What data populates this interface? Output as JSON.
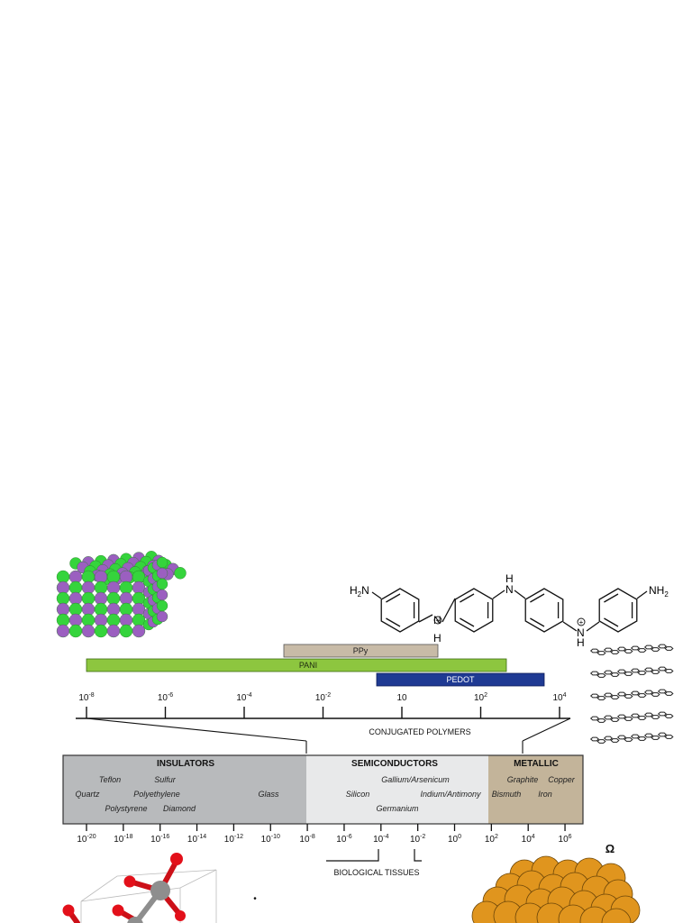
{
  "polymer_bars": {
    "ppy": "PPy",
    "pani": "PANI",
    "pedot": "PEDOT"
  },
  "top_scale": {
    "ticks": [
      {
        "base": "10",
        "exp": "-8"
      },
      {
        "base": "10",
        "exp": "-6"
      },
      {
        "base": "10",
        "exp": "-4"
      },
      {
        "base": "10",
        "exp": "-2"
      },
      {
        "base": "10",
        "exp": ""
      },
      {
        "base": "10",
        "exp": "2"
      },
      {
        "base": "10",
        "exp": "4"
      }
    ],
    "caption": "CONJUGATED POLYMERS"
  },
  "bands": {
    "insulators": {
      "title": "INSULATORS",
      "materials": [
        "Teflon",
        "Sulfur",
        "Quartz",
        "Polyethylene",
        "Glass",
        "Polystyrene",
        "Diamond"
      ]
    },
    "semiconductors": {
      "title": "SEMICONDUCTORS",
      "materials": [
        "Gallium/Arsenicum",
        "Silicon",
        "Indium/Antimony",
        "Germanium"
      ]
    },
    "metallic": {
      "title": "METALLIC",
      "materials": [
        "Graphite",
        "Copper",
        "Bismuth",
        "Iron"
      ]
    }
  },
  "bottom_scale": {
    "ticks": [
      {
        "base": "10",
        "exp": "-20"
      },
      {
        "base": "10",
        "exp": "-18"
      },
      {
        "base": "10",
        "exp": "-16"
      },
      {
        "base": "10",
        "exp": "-14"
      },
      {
        "base": "10",
        "exp": "-12"
      },
      {
        "base": "10",
        "exp": "-10"
      },
      {
        "base": "10",
        "exp": "-8"
      },
      {
        "base": "10",
        "exp": "-6"
      },
      {
        "base": "10",
        "exp": "-4"
      },
      {
        "base": "10",
        "exp": "-2"
      },
      {
        "base": "10",
        "exp": "0"
      },
      {
        "base": "10",
        "exp": "2"
      },
      {
        "base": "10",
        "exp": "4"
      },
      {
        "base": "10",
        "exp": "6"
      }
    ],
    "unit": "Ω",
    "caption": "BIOLOGICAL TISSUES"
  },
  "structure": {
    "nh2_left": {
      "main": "H",
      "sub": "2",
      "tail": "N"
    },
    "nh2_right": {
      "main": "NH",
      "sub": "2"
    },
    "n": "N",
    "h": "H",
    "plus": "+"
  },
  "dot": "•",
  "colors": {
    "ppy": "#c8bba7",
    "pani": "#8dc63f",
    "pedot": "#1f3a93",
    "insulators": "#b8babc",
    "semiconductors": "#e8e9ea",
    "metallic": "#c3b49a",
    "green_atom": "#35d43c",
    "purple_atom": "#9b5fc0",
    "gold_atom": "#e0951e",
    "oxygen": "#e3101a",
    "silicon": "#8e8e8e"
  }
}
